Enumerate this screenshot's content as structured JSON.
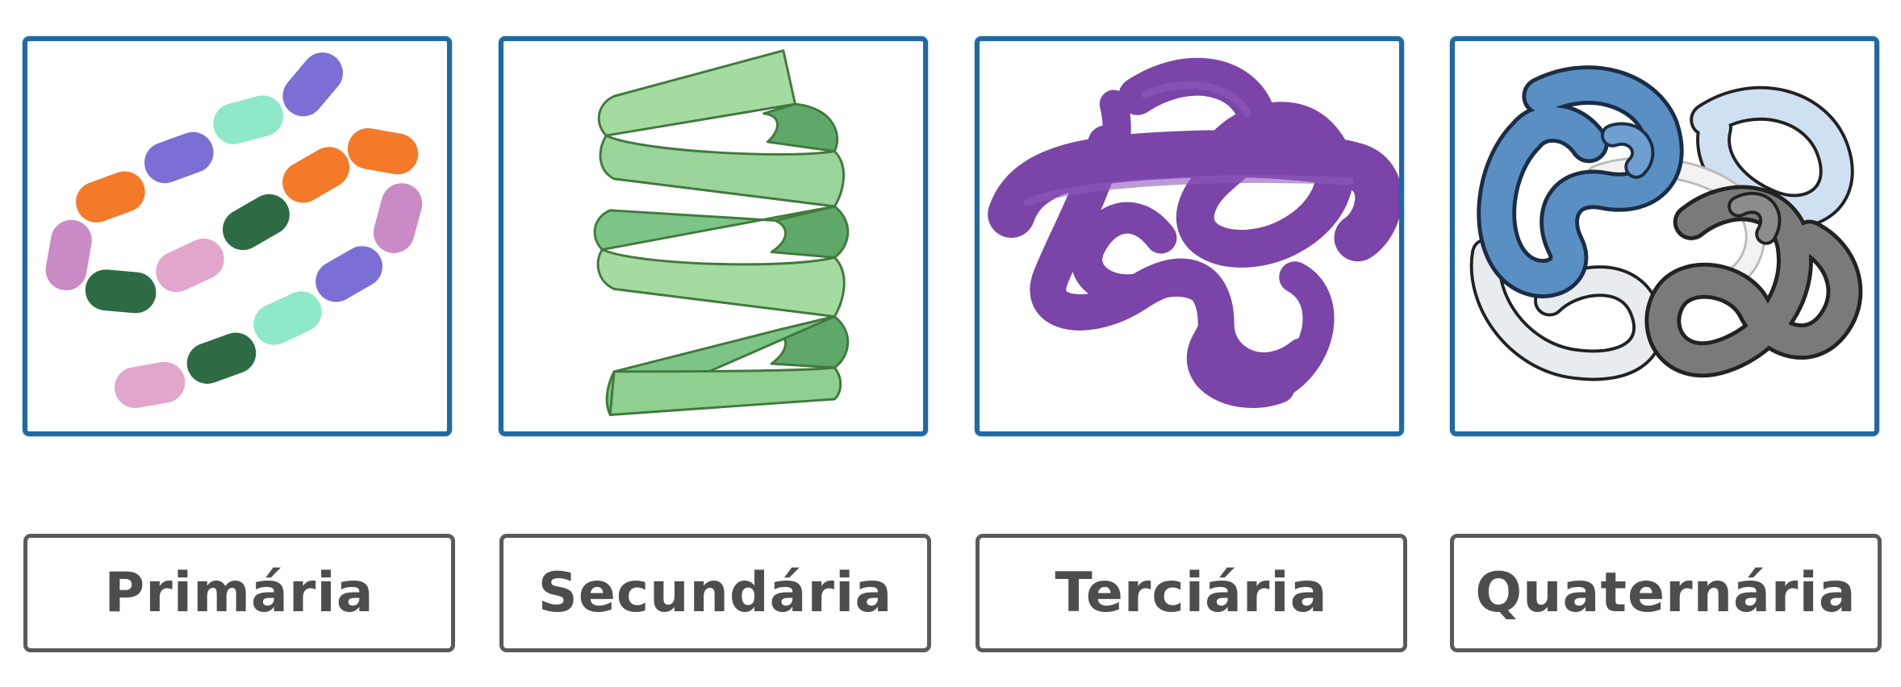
{
  "labels": [
    "Primária",
    "Secundária",
    "Terciária",
    "Quaternária"
  ],
  "colors": {
    "panel_border": "#1f69a3",
    "label_border": "#5a5a5a",
    "label_text": "#4d4d4d",
    "bead_purple": "#7b6fd6",
    "bead_mint": "#8fe8c8",
    "bead_orange": "#f47a2a",
    "bead_pink": "#e2a6cc",
    "bead_magenta": "#c98ac6",
    "bead_darkgreen": "#2e6b44",
    "helix_green": "#7cc487",
    "tertiary_purple": "#7b44a8",
    "quaternary_blue": "#5a8fc4",
    "quaternary_lightblue": "#cfe0f2",
    "quaternary_gray": "#7a7a7a"
  }
}
